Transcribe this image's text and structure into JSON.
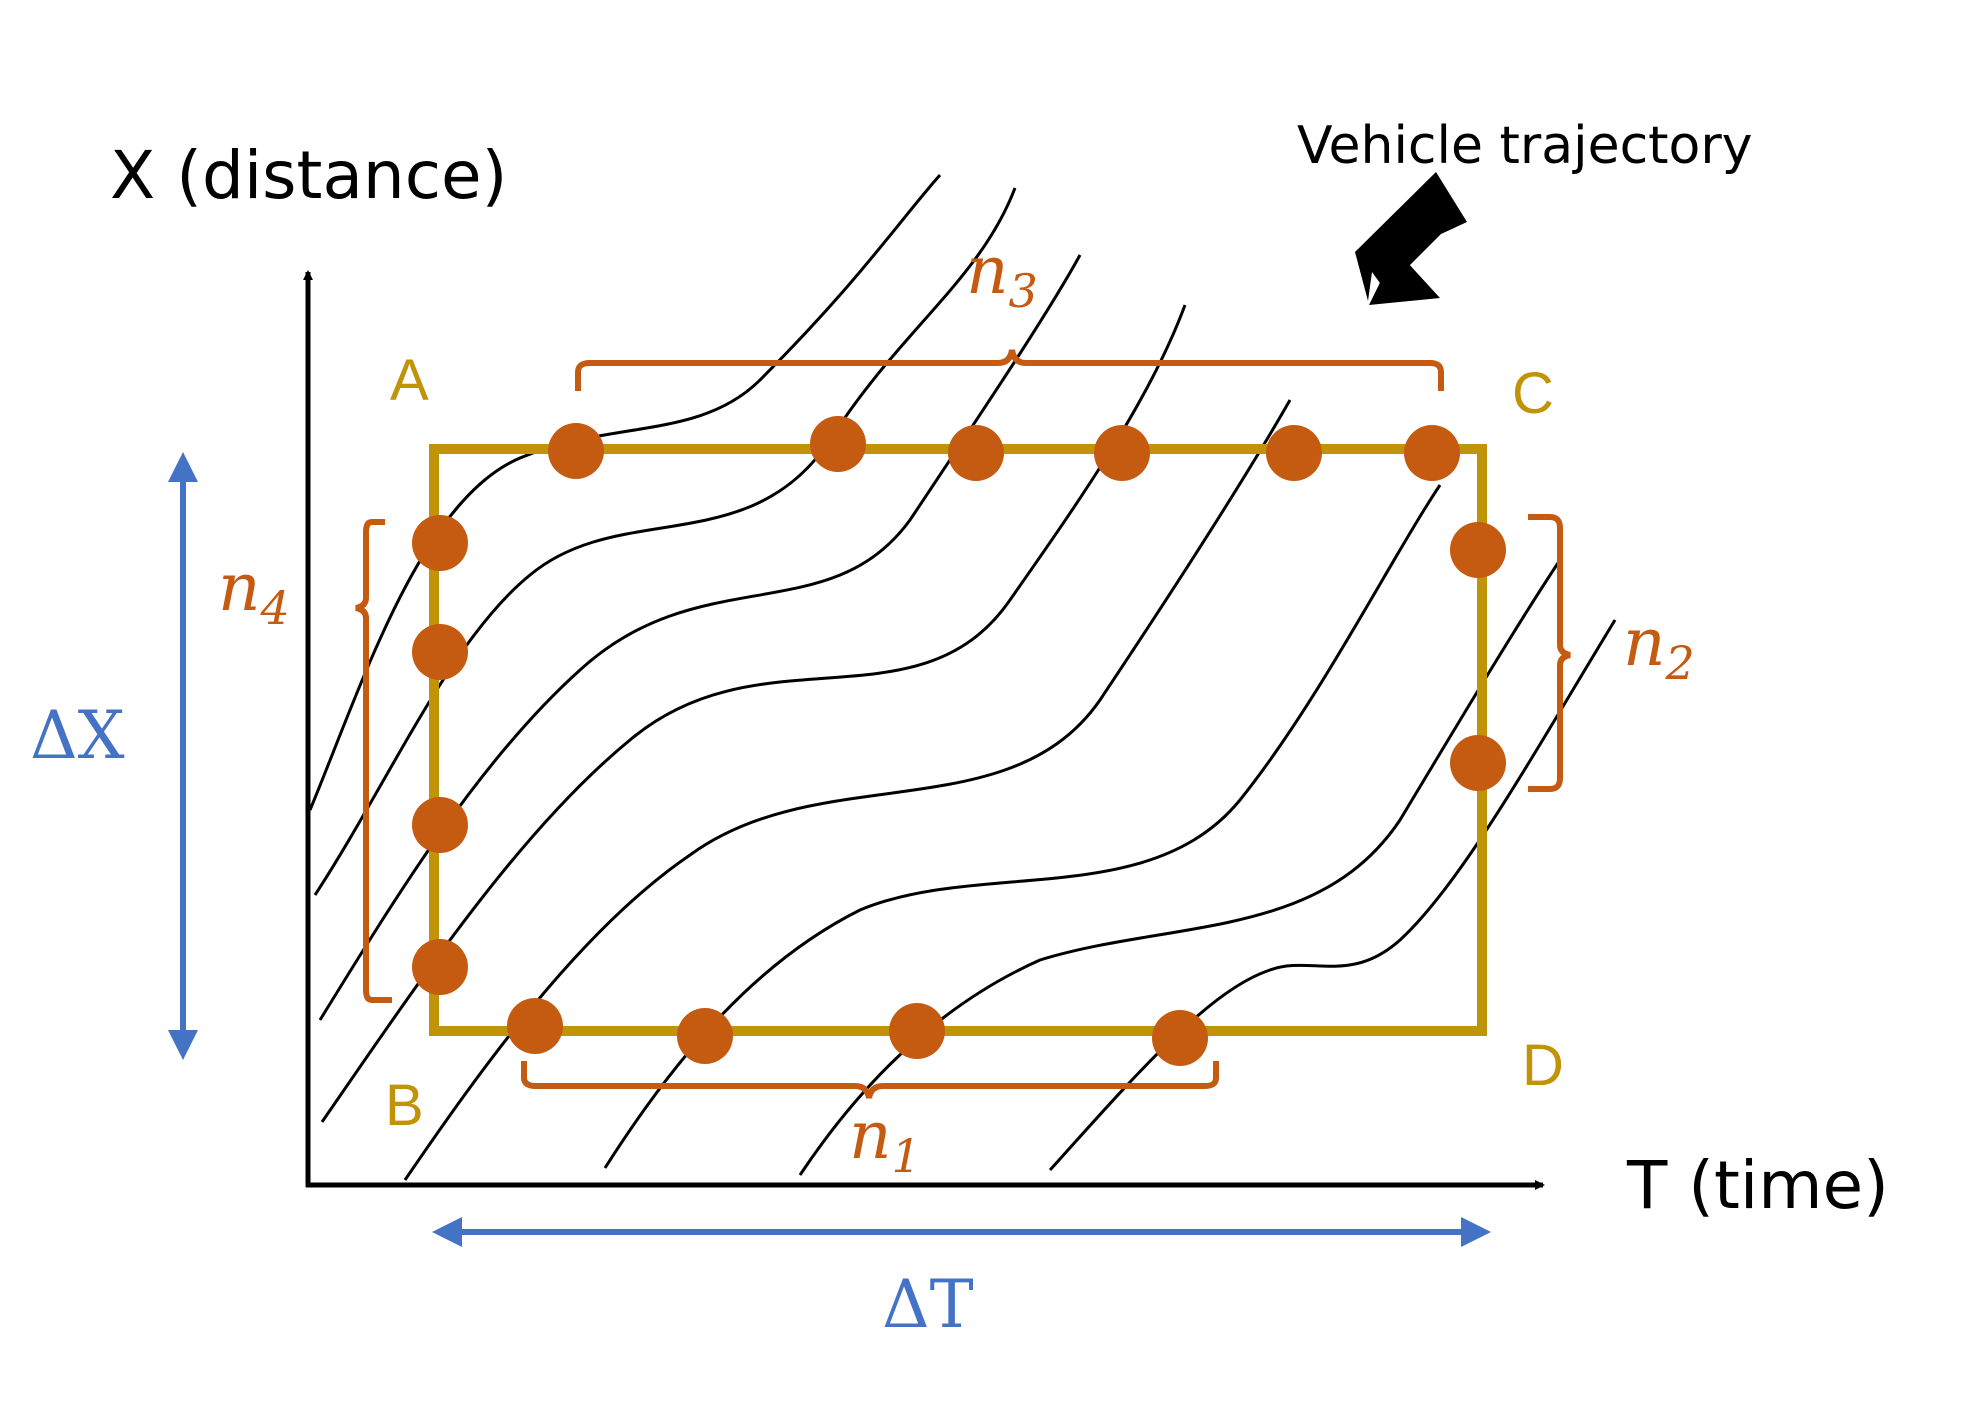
{
  "axes": {
    "y_title": "X (distance)",
    "x_title": "T (time)"
  },
  "callout": {
    "text": "Vehicle trajectory"
  },
  "region": {
    "corners": {
      "a": "A",
      "b": "B",
      "c": "C",
      "d": "D"
    }
  },
  "counts": {
    "n1": {
      "base": "n",
      "sub": "1"
    },
    "n2": {
      "base": "n",
      "sub": "2"
    },
    "n3": {
      "base": "n",
      "sub": "3"
    },
    "n4": {
      "base": "n",
      "sub": "4"
    }
  },
  "deltas": {
    "dx": "ΔX",
    "dt": "ΔT"
  },
  "colors": {
    "axis": "#000000",
    "trajectory": "#000000",
    "region": "#C09308",
    "count": "#C55A11",
    "delta": "#4472C4"
  }
}
